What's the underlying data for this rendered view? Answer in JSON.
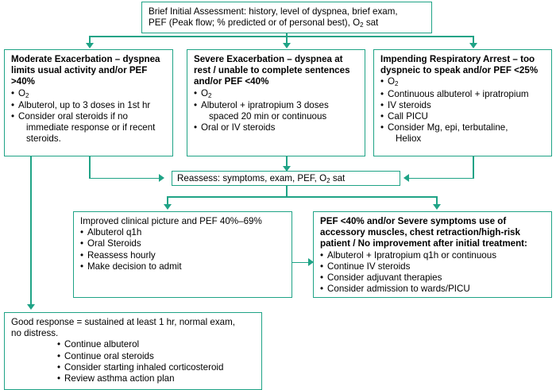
{
  "colors": {
    "border": "#1fa386",
    "connector": "#1fa386",
    "text": "#000000",
    "background": "#ffffff"
  },
  "nodes": {
    "initial_assessment": {
      "line1": "Brief Initial Assessment: history, level of dyspnea, brief exam,",
      "line2_a": "PEF (Peak flow; % predicted or of personal best), O",
      "line2_sub": "2",
      "line2_b": " sat"
    },
    "moderate": {
      "title": "Moderate Exacerbation – dyspnea limits usual activity and/or PEF >40%",
      "items": [
        {
          "main_a": "O",
          "main_sub": "2",
          "main_b": ""
        },
        {
          "main_a": "Albuterol, up to 3 doses in 1st hr"
        },
        {
          "main_a": "Consider oral steroids if no",
          "cont": "immediate response or if recent steroids."
        }
      ]
    },
    "severe": {
      "title": "Severe Exacerbation – dyspnea at rest / unable to complete sentences and/or PEF <40%",
      "items": [
        {
          "main_a": "O",
          "main_sub": "2",
          "main_b": ""
        },
        {
          "main_a": "Albuterol + ipratropium 3 doses",
          "cont": "spaced 20 min or continuous"
        },
        {
          "main_a": "Oral or IV steroids"
        }
      ]
    },
    "impending": {
      "title": "Impending Respiratory Arrest – too dyspneic to speak and/or PEF <25%",
      "items": [
        {
          "main_a": "O",
          "main_sub": "2",
          "main_b": ""
        },
        {
          "main_a": "Continuous albuterol + ipratropium"
        },
        {
          "main_a": "IV steroids"
        },
        {
          "main_a": "Call PICU"
        },
        {
          "main_a": "Consider Mg, epi, terbutaline,",
          "cont": "Heliox"
        }
      ]
    },
    "reassess": {
      "text_a": "Reassess: symptoms, exam, PEF,  O",
      "text_sub": "2",
      "text_b": " sat"
    },
    "improved": {
      "title": "Improved clinical picture and PEF 40%–69%",
      "items": [
        {
          "main_a": "Albuterol q1h"
        },
        {
          "main_a": "Oral Steroids"
        },
        {
          "main_a": "Reassess hourly"
        },
        {
          "main_a": "Make decision to admit"
        }
      ]
    },
    "worsening": {
      "title": "PEF <40% and/or Severe symptoms use of accessory muscles, chest retraction/high-risk patient / No improvement after initial treatment:",
      "items": [
        {
          "main_a": "Albuterol + Ipratropium q1h or continuous"
        },
        {
          "main_a": "Continue IV steroids"
        },
        {
          "main_a": "Consider adjuvant therapies"
        },
        {
          "main_a": "Consider admission to wards/PICU"
        }
      ]
    },
    "good_response": {
      "line1": "Good response = sustained at least 1 hr, normal exam,",
      "line2": "no distress.",
      "items": [
        {
          "main_a": "Continue albuterol"
        },
        {
          "main_a": "Continue oral steroids"
        },
        {
          "main_a": "Consider starting inhaled corticosteroid"
        },
        {
          "main_a": "Review asthma action plan"
        }
      ]
    }
  },
  "connectors": [
    {
      "name": "initial-to-split",
      "type": "vertical"
    },
    {
      "name": "split-bar-top",
      "type": "horizontal"
    },
    {
      "name": "arrow-to-moderate",
      "type": "arrow-down"
    },
    {
      "name": "arrow-to-severe",
      "type": "arrow-down"
    },
    {
      "name": "arrow-to-impending",
      "type": "arrow-down"
    },
    {
      "name": "severe-to-reassess",
      "type": "arrow-down"
    },
    {
      "name": "moderate-to-reassess",
      "type": "arrow-right"
    },
    {
      "name": "impending-to-reassess",
      "type": "arrow-left"
    },
    {
      "name": "reassess-to-improved",
      "type": "arrow-down"
    },
    {
      "name": "reassess-to-worsening",
      "type": "arrow-down"
    },
    {
      "name": "improved-to-worsening",
      "type": "arrow-right"
    },
    {
      "name": "moderate-to-good-response",
      "type": "arrow-down"
    }
  ]
}
